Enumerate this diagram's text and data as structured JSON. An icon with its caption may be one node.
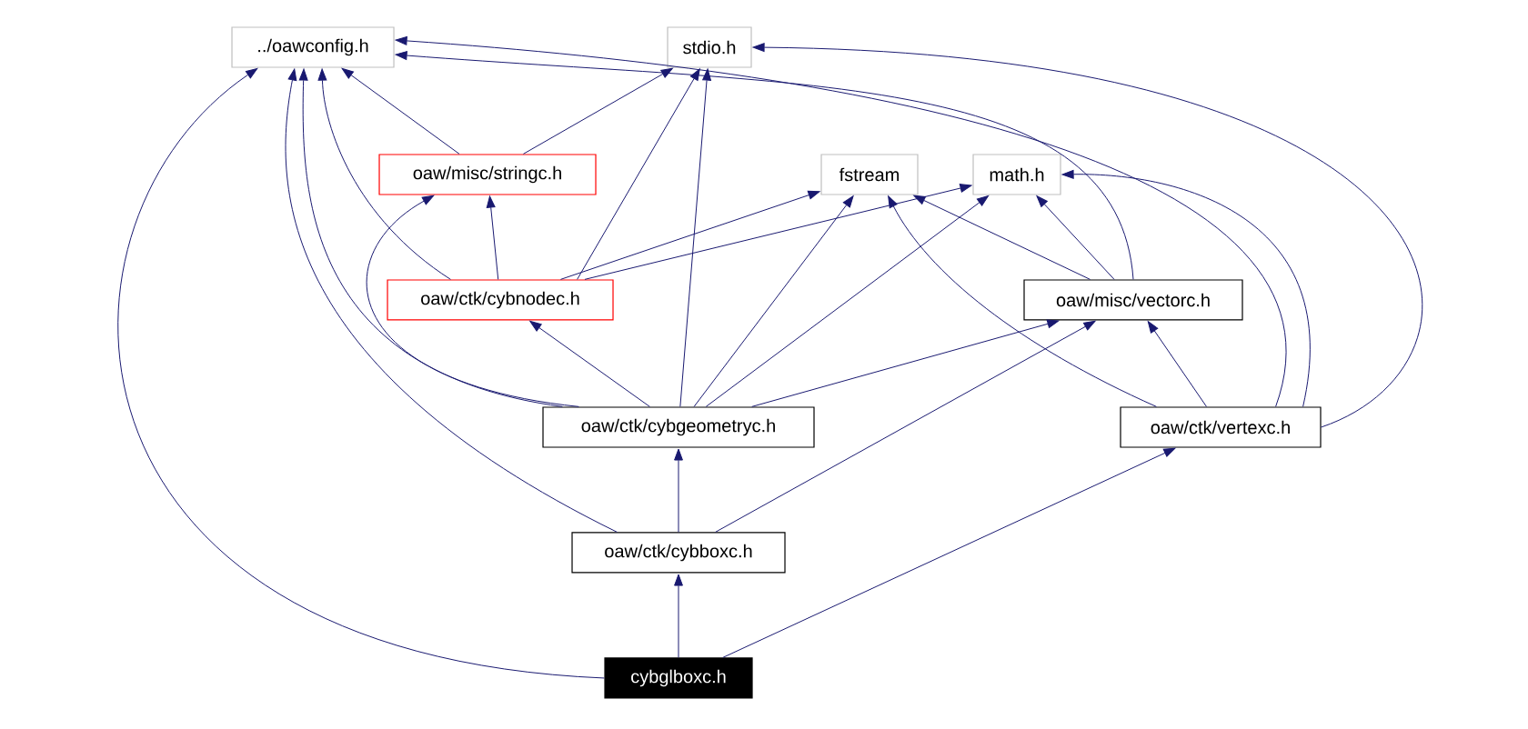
{
  "diagram": {
    "nodes": [
      {
        "text": [
          "../oawconfig.h"
        ]
      },
      {
        "text": [
          "stdio.h"
        ]
      },
      {
        "text": [
          "oaw/misc/stringc.h"
        ]
      },
      {
        "text": [
          "fstream"
        ]
      },
      {
        "text": [
          "math.h"
        ]
      },
      {
        "text": [
          "oaw/ctk/cybnodec.h"
        ]
      },
      {
        "text": [
          "oaw/misc/vectorc.h"
        ]
      },
      {
        "text": [
          "oaw/ctk/cybgeometryc.h"
        ]
      },
      {
        "text": [
          "oaw/ctk/vertexc.h"
        ]
      },
      {
        "text": [
          "oaw/ctk/cybboxc.h"
        ]
      },
      {
        "text": [
          "cybglboxc.h"
        ]
      }
    ],
    "edges": [
      {
        "from": 2,
        "to": 0,
        "arrow": "to"
      },
      {
        "from": 2,
        "to": 1,
        "arrow": "to"
      },
      {
        "from": 5,
        "to": 0,
        "arrow": "to"
      },
      {
        "from": 5,
        "to": 1,
        "arrow": "to"
      },
      {
        "from": 5,
        "to": 2,
        "arrow": "to"
      },
      {
        "from": 5,
        "to": 3,
        "arrow": "to"
      },
      {
        "from": 5,
        "to": 4,
        "arrow": "to"
      },
      {
        "from": 6,
        "to": 0,
        "arrow": "to"
      },
      {
        "from": 6,
        "to": 3,
        "arrow": "to"
      },
      {
        "from": 6,
        "to": 4,
        "arrow": "to"
      },
      {
        "from": 7,
        "to": 0,
        "arrow": "to"
      },
      {
        "from": 7,
        "to": 1,
        "arrow": "to"
      },
      {
        "from": 7,
        "to": 2,
        "arrow": "to"
      },
      {
        "from": 7,
        "to": 3,
        "arrow": "to"
      },
      {
        "from": 7,
        "to": 4,
        "arrow": "to"
      },
      {
        "from": 7,
        "to": 5,
        "arrow": "to"
      },
      {
        "from": 7,
        "to": 6,
        "arrow": "to"
      },
      {
        "from": 8,
        "to": 0,
        "arrow": "to"
      },
      {
        "from": 8,
        "to": 1,
        "arrow": "to"
      },
      {
        "from": 8,
        "to": 3,
        "arrow": "to"
      },
      {
        "from": 8,
        "to": 4,
        "arrow": "to"
      },
      {
        "from": 8,
        "to": 6,
        "arrow": "to"
      },
      {
        "from": 9,
        "to": 0,
        "arrow": "to"
      },
      {
        "from": 9,
        "to": 7,
        "arrow": "to"
      },
      {
        "from": 9,
        "to": 6,
        "arrow": "to"
      },
      {
        "from": 10,
        "to": 0,
        "arrow": "to"
      },
      {
        "from": 10,
        "to": 9,
        "arrow": "to"
      },
      {
        "from": 10,
        "to": 8,
        "arrow": "to"
      }
    ]
  }
}
